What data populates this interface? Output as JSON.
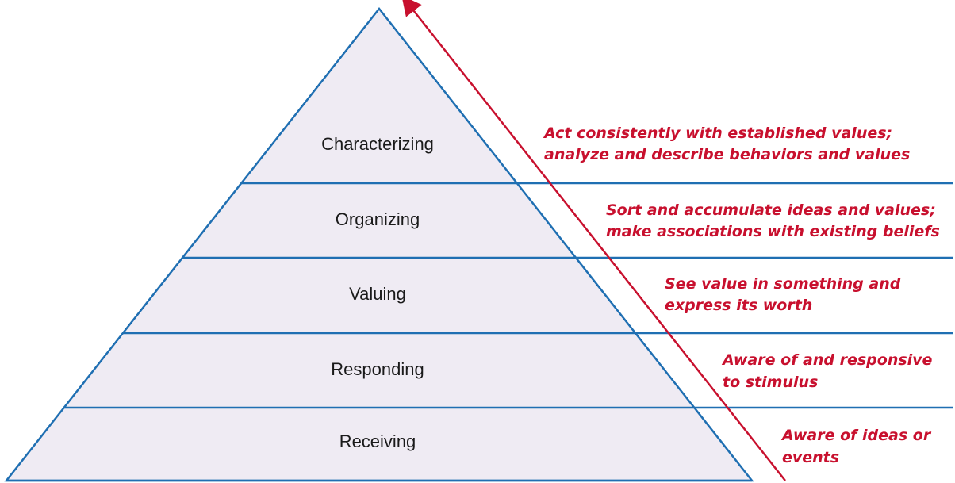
{
  "colors": {
    "pyramid_fill": "#efebf3",
    "pyramid_stroke": "#1f6fb2",
    "accent_red": "#c8102e",
    "label_text": "#1a1a1a"
  },
  "levels": [
    {
      "label": "Receiving",
      "description": [
        "Aware of ideas or",
        "events"
      ]
    },
    {
      "label": "Responding",
      "description": [
        "Aware of and responsive",
        "to stimulus"
      ]
    },
    {
      "label": "Valuing",
      "description": [
        "See value in something and",
        "express its worth"
      ]
    },
    {
      "label": "Organizing",
      "description": [
        "Sort and accumulate ideas and values;",
        "make associations with existing beliefs"
      ]
    },
    {
      "label": "Characterizing",
      "description": [
        "Act consistently with established values;",
        "analyze and describe behaviors and values"
      ]
    }
  ]
}
